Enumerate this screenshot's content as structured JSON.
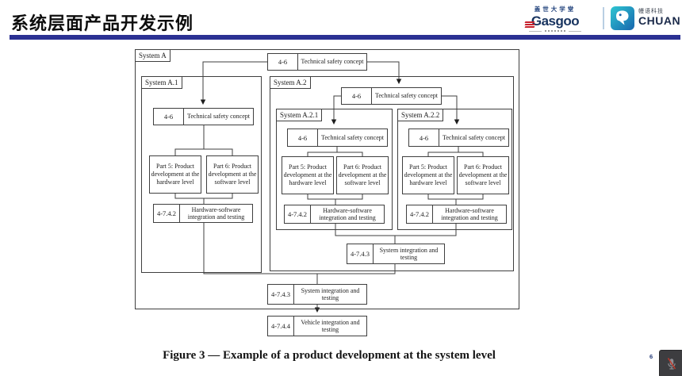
{
  "title": "系统层面产品开发示例",
  "header": {
    "gasgoo": {
      "cn": "盖世大学堂",
      "wordmark": "Gasgoo"
    },
    "chuan": {
      "cn": "幔语科技",
      "en": "CHUAN"
    }
  },
  "diagram": {
    "systems": {
      "a": "System A",
      "a1": "System A.1",
      "a2": "System A.2",
      "a21": "System A.2.1",
      "a22": "System A.2.2"
    },
    "labels": {
      "tsc_num": "4-6",
      "tsc": "Technical safety concept",
      "p5": "Part 5: Product development at the hardware level",
      "p6": "Part 6: Product development at the software level",
      "hsi_num": "4-7.4.2",
      "hsi": "Hardware-software integration and testing",
      "sit_num": "4-7.4.3",
      "sit": "System integration and testing",
      "vit_num": "4-7.4.4",
      "vit": "Vehicle integration and testing"
    }
  },
  "caption": "Figure 3 — Example of a product development at the system level",
  "page_number": "6",
  "colors": {
    "accent_bar": "#2b3193",
    "gasgoo_navy": "#17335f",
    "gasgoo_red": "#c7202c",
    "chuan_teal": "#2ec6d2",
    "chuan_blue": "#1766ae",
    "mic_muted_red": "#c0392b"
  }
}
